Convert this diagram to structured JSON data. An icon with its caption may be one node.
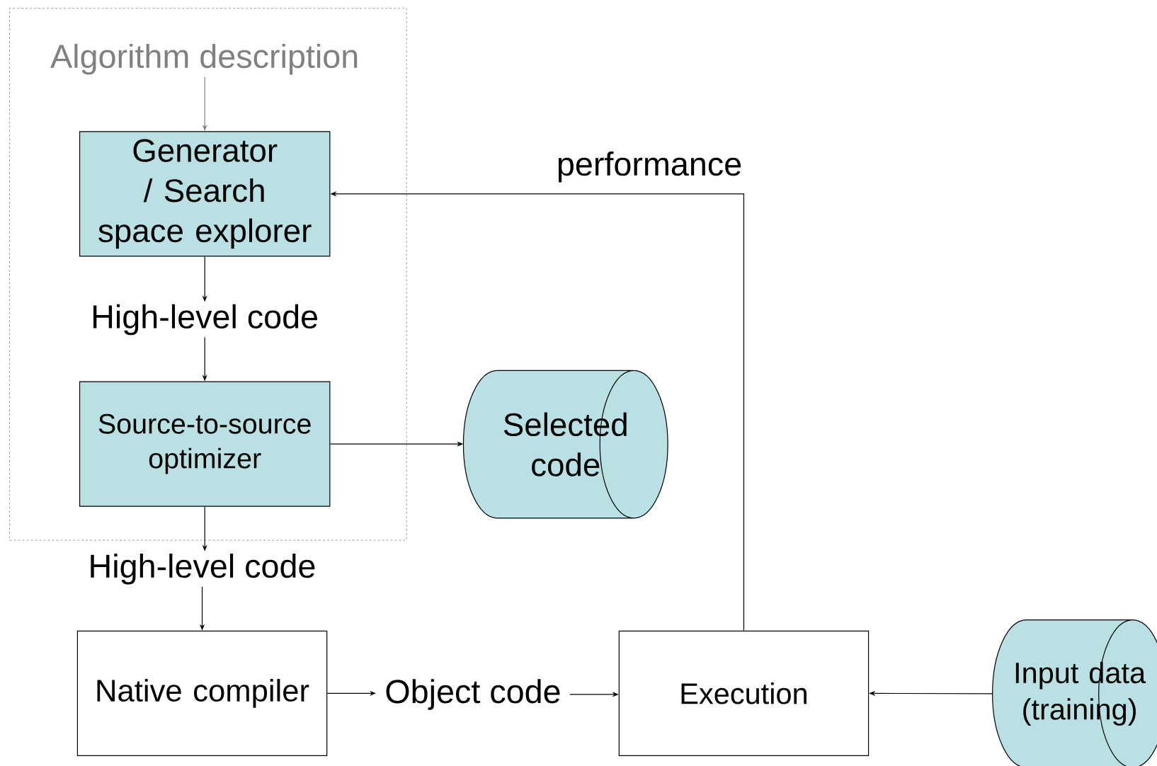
{
  "diagram": {
    "nodes": [
      {
        "text": [],
        "shape": "box"
      },
      {
        "text": [
          "Algorithm description"
        ],
        "in": 0
      },
      {
        "text": [
          "Generator / Search space explorer"
        ],
        "in": 0
      },
      {
        "text": [
          "High-level code"
        ],
        "in": 0
      },
      {
        "text": [
          "Source-to-source optimizer"
        ],
        "in": 0
      },
      {
        "text": [
          "Selected code"
        ]
      },
      {
        "text": [
          "High-level code"
        ]
      },
      {
        "text": [
          "Native compiler"
        ]
      },
      {
        "text": [
          "Object code"
        ]
      },
      {
        "text": [
          "Execution"
        ]
      },
      {
        "text": [
          "Input data (training)"
        ]
      }
    ],
    "edges": [
      {
        "from": 1,
        "to": 2,
        "arrow": "to",
        "color": "#808080"
      },
      {
        "from": 2,
        "to": 3,
        "arrow": "to"
      },
      {
        "from": 3,
        "to": 4,
        "arrow": "to"
      },
      {
        "from": 4,
        "to": 5,
        "arrow": "to"
      },
      {
        "from": 4,
        "to": 6,
        "arrow": "to"
      },
      {
        "from": 6,
        "to": 7,
        "arrow": "to"
      },
      {
        "from": 7,
        "to": 8,
        "arrow": "to"
      },
      {
        "from": 8,
        "to": 9,
        "arrow": "to"
      },
      {
        "from": 10,
        "to": 9,
        "arrow": "to"
      },
      {
        "from": 9,
        "to": 2,
        "arrow": "to",
        "label": "performance"
      }
    ]
  }
}
